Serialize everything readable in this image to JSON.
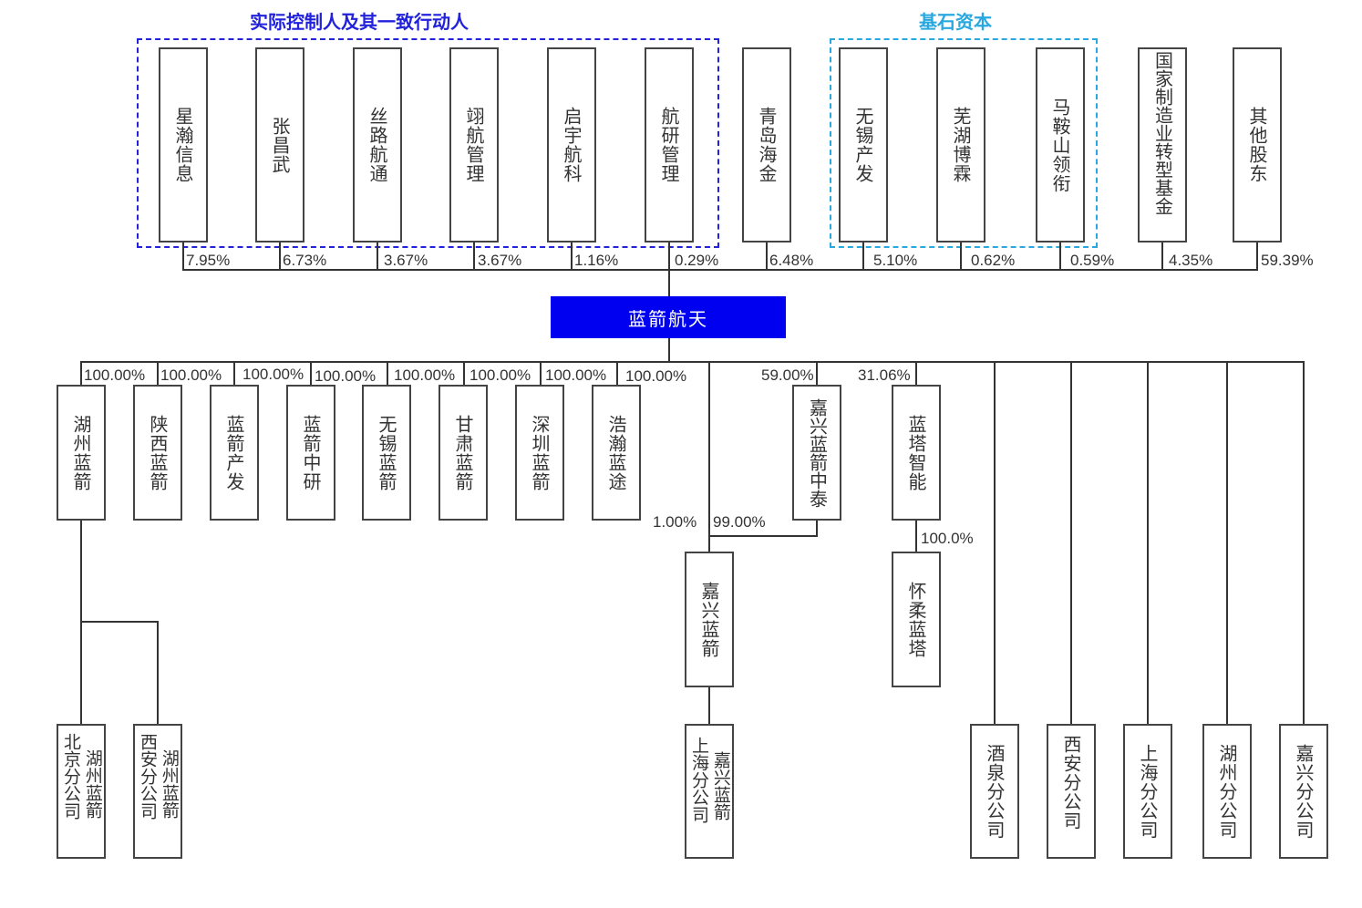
{
  "groups": {
    "controller": {
      "label": "实际控制人及其一致行动人",
      "color": "#2222dd"
    },
    "jishi": {
      "label": "基石资本",
      "color": "#29a8e0"
    }
  },
  "shareholders": [
    {
      "name": "星瀚信息",
      "pct": "7.95%",
      "group": "controller"
    },
    {
      "name": "张昌武",
      "pct": "6.73%",
      "group": "controller"
    },
    {
      "name": "丝路航通",
      "pct": "3.67%",
      "group": "controller"
    },
    {
      "name": "翊航管理",
      "pct": "3.67%",
      "group": "controller"
    },
    {
      "name": "启宇航科",
      "pct": "1.16%",
      "group": "controller"
    },
    {
      "name": "航研管理",
      "pct": "0.29%",
      "group": "controller"
    },
    {
      "name": "青岛海金",
      "pct": "6.48%",
      "group": ""
    },
    {
      "name": "无锡产发",
      "pct": "5.10%",
      "group": "jishi"
    },
    {
      "name": "芜湖博霖",
      "pct": "0.62%",
      "group": "jishi"
    },
    {
      "name": "马鞍山领衔",
      "pct": "0.59%",
      "group": "jishi"
    },
    {
      "name": "国家制造业转型基金",
      "pct": "4.35%",
      "group": ""
    },
    {
      "name": "其他股东",
      "pct": "59.39%",
      "group": ""
    }
  ],
  "center": {
    "name": "蓝箭航天",
    "color": "#0000f0"
  },
  "subsidiaries": [
    {
      "name": "湖州蓝箭",
      "pct": "100.00%"
    },
    {
      "name": "陕西蓝箭",
      "pct": "100.00%"
    },
    {
      "name": "蓝箭产发",
      "pct": "100.00%"
    },
    {
      "name": "蓝箭中研",
      "pct": "100.00%"
    },
    {
      "name": "无锡蓝箭",
      "pct": "100.00%"
    },
    {
      "name": "甘肃蓝箭",
      "pct": "100.00%"
    },
    {
      "name": "深圳蓝箭",
      "pct": "100.00%"
    },
    {
      "name": "浩瀚蓝途",
      "pct": "100.00%"
    }
  ],
  "jiaxing_zhongtai": {
    "name": "嘉兴蓝箭中泰",
    "pct": "59.00%"
  },
  "lanta": {
    "name": "蓝塔智能",
    "pct": "31.06%"
  },
  "jiaxing_lanjian": {
    "name": "嘉兴蓝箭",
    "pct_direct": "1.00%",
    "pct_via_zhongtai": "99.00%"
  },
  "huairou": {
    "name": "怀柔蓝塔",
    "pct": "100.0%"
  },
  "huzhou_branches": [
    {
      "line1": "北京分公司",
      "line2": "湖州蓝箭"
    },
    {
      "line1": "西安分公司",
      "line2": "湖州蓝箭"
    }
  ],
  "jiaxing_branch": {
    "line1": "上海分公司",
    "line2": "嘉兴蓝箭"
  },
  "branches": [
    {
      "name": "酒泉分公司"
    },
    {
      "name": "西安分公司"
    },
    {
      "name": "上海分公司"
    },
    {
      "name": "湖州分公司"
    },
    {
      "name": "嘉兴分公司"
    }
  ]
}
